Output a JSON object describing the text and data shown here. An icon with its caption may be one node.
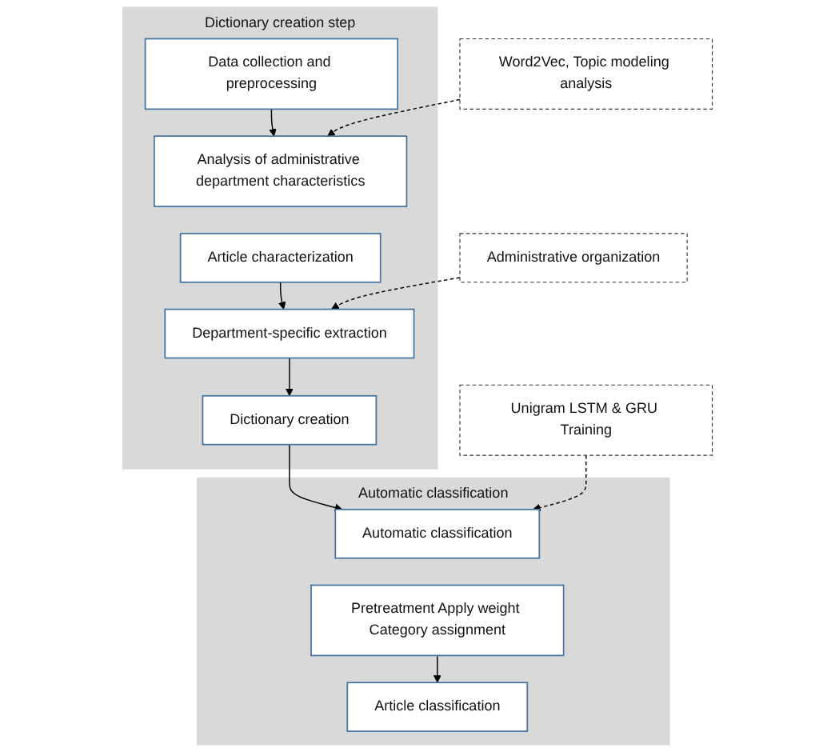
{
  "diagram": {
    "nodes": [
      {
        "text": [
          "Dictionary creation step"
        ]
      },
      {
        "text": [
          "Data collection and preprocessing"
        ],
        "in": 0
      },
      {
        "text": [
          "Analysis of administrative department characteristics"
        ],
        "in": 0
      },
      {
        "text": [
          "Article characterization"
        ],
        "in": 0
      },
      {
        "text": [
          "Department-specific extraction"
        ],
        "in": 0
      },
      {
        "text": [
          "Dictionary creation"
        ],
        "in": 0
      },
      {
        "text": [
          "Automatic classification"
        ]
      },
      {
        "text": [
          "Automatic classification"
        ],
        "in": 6
      },
      {
        "text": [
          "Pretreatment Apply weight Category assignment"
        ],
        "in": 6
      },
      {
        "text": [
          "Article classification"
        ],
        "in": 6
      },
      {
        "text": [
          "Word2Vec, Topic modeling analysis"
        ]
      },
      {
        "text": [
          "Administrative organization"
        ]
      },
      {
        "text": [
          "Unigram LSTM & GRU Training"
        ]
      }
    ],
    "edges": [
      {
        "from": 1,
        "to": 2,
        "arrow": "to"
      },
      {
        "from": 3,
        "to": 4,
        "arrow": "to"
      },
      {
        "from": 4,
        "to": 5,
        "arrow": "to"
      },
      {
        "from": 5,
        "to": 7,
        "arrow": "to"
      },
      {
        "from": 8,
        "to": 9,
        "arrow": "to"
      },
      {
        "from": 10,
        "to": 2,
        "arrow": "to",
        "style": "dashed"
      },
      {
        "from": 11,
        "to": 4,
        "arrow": "to",
        "style": "dashed"
      },
      {
        "from": 12,
        "to": 7,
        "arrow": "to",
        "style": "dashed"
      }
    ]
  }
}
